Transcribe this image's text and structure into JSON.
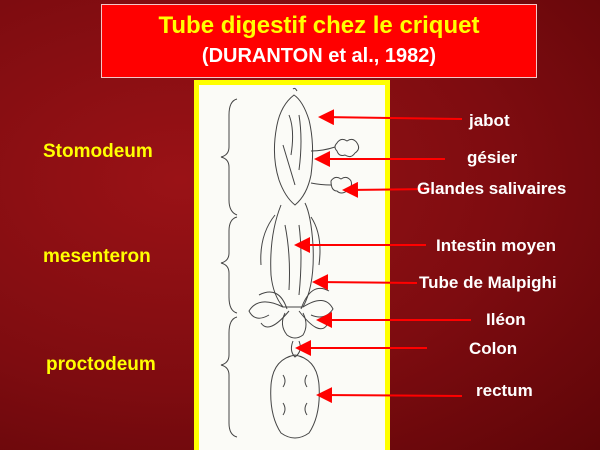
{
  "title": {
    "line1": "Tube digestif chez le criquet",
    "line2": "(DURANTON et al., 1982)"
  },
  "regions": [
    {
      "label": "Stomodeum"
    },
    {
      "label": "mesenteron"
    },
    {
      "label": "proctodeum"
    }
  ],
  "parts": [
    {
      "label": "jabot"
    },
    {
      "label": "gésier"
    },
    {
      "label": "Glandes salivaires"
    },
    {
      "label": "Intestin moyen"
    },
    {
      "label": "Tube de Malpighi"
    },
    {
      "label": "Iléon"
    },
    {
      "label": "Colon"
    },
    {
      "label": "rectum"
    }
  ],
  "colors": {
    "background": "#7e0c10",
    "title_box": "#ff0000",
    "title_text": "#ffff00",
    "subtitle_text": "#ffffff",
    "region_text": "#ffff00",
    "part_text": "#ffffff",
    "arrow": "#ff0000",
    "frame": "#ffff00"
  }
}
